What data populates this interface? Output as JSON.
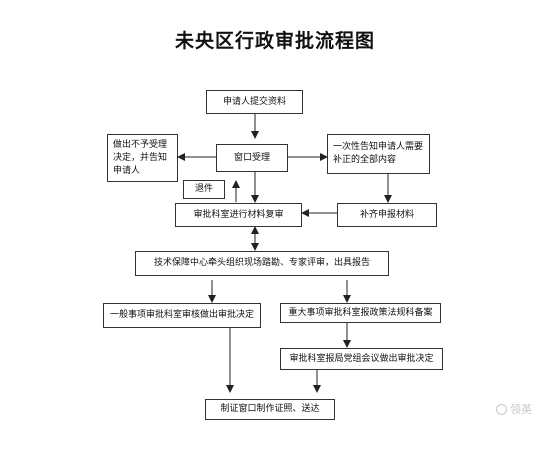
{
  "title": "未央区行政审批流程图",
  "nodes": {
    "submit": "申请人提交资料",
    "window": "窗口受理",
    "reject": "做出不予受理决定，并告知申请人",
    "notify": "一次性告知申请人需要补正的全部内容",
    "withdraw": "退件",
    "review": "审批科室进行材料复审",
    "supplement": "补齐申报材料",
    "inspect": "技术保障中心牵头组织现场踏勘、专家评审，出具报告",
    "general": "一般事项审批科室审核做出审批决定",
    "major": "重大事项审批科室报政策法规科备案",
    "meeting": "审批科室报局党组会议做出审批决定",
    "certificate": "制证窗口制作证照、送达"
  },
  "watermark": "领英"
}
